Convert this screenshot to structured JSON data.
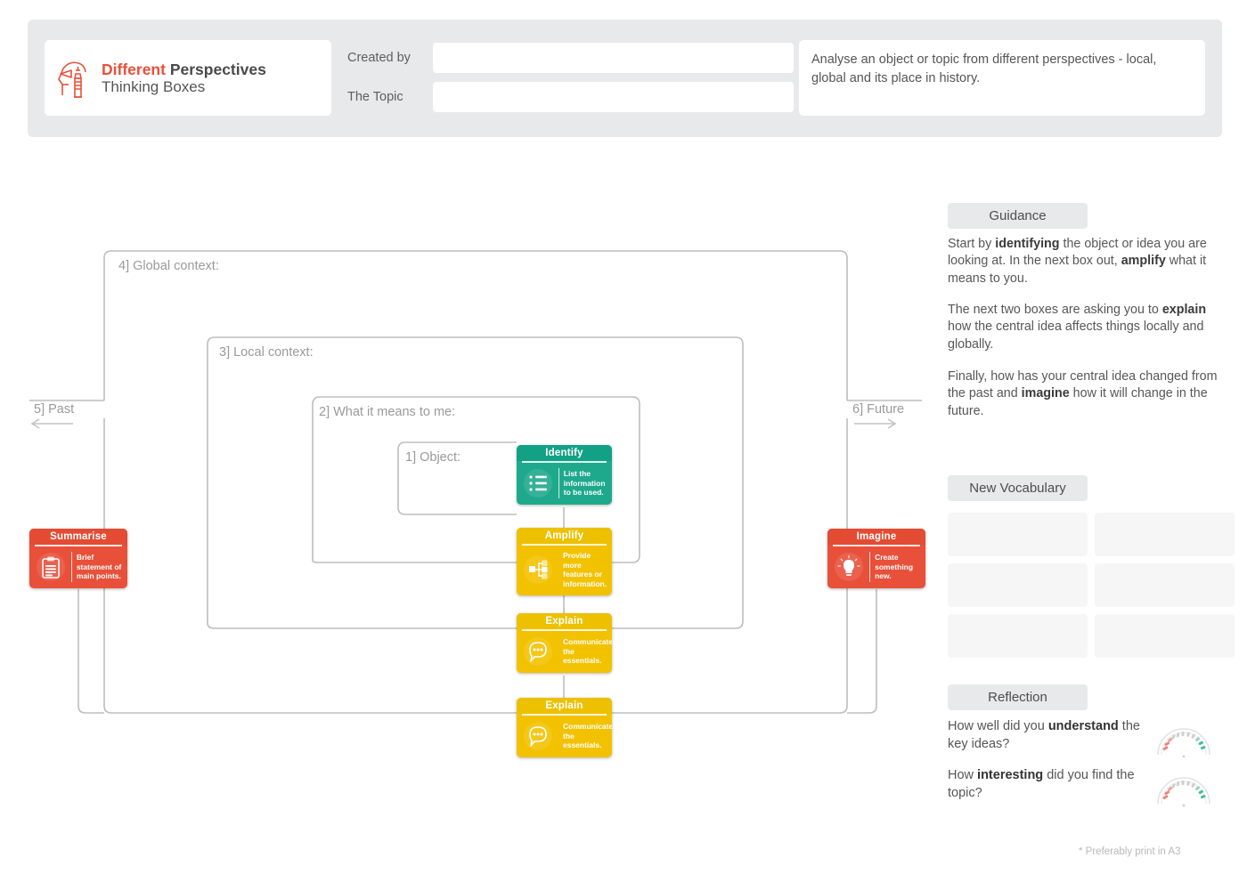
{
  "header": {
    "logo": {
      "icon": "head-lighthouse-icon",
      "line1_strong": "Different",
      "line1_rest": "Perspectives",
      "line2": "Thinking Boxes"
    },
    "fields": [
      {
        "label": "Created by",
        "value": "",
        "placeholder": ""
      },
      {
        "label": "The Topic",
        "value": "",
        "placeholder": ""
      }
    ],
    "description": "Analyse an object or topic from different perspectives - local, global and its place in history."
  },
  "canvas": {
    "nest_labels": {
      "global": "4] Global context:",
      "local": "3] Local context:",
      "means": "2] What it means to me:",
      "object": "1] Object:"
    },
    "timeline": {
      "past": "5] Past",
      "future": "6] Future"
    },
    "cards": [
      {
        "id": "identify",
        "title": "Identify",
        "desc": "List the information to be used.",
        "color": "#1fa98c",
        "icon": "bullet-list-icon"
      },
      {
        "id": "amplify",
        "title": "Amplify",
        "desc": "Provide more features or information.",
        "color": "#f2c200",
        "icon": "node-branch-icon"
      },
      {
        "id": "explain1",
        "title": "Explain",
        "desc": "Communicate the essentials.",
        "color": "#f2c200",
        "icon": "speech-bubble-icon"
      },
      {
        "id": "explain2",
        "title": "Explain",
        "desc": "Communicate the essentials.",
        "color": "#f2c200",
        "icon": "speech-bubble-icon"
      },
      {
        "id": "summarise",
        "title": "Summarise",
        "desc": "Brief statement of main points.",
        "color": "#e8503a",
        "icon": "clipboard-icon"
      },
      {
        "id": "imagine",
        "title": "Imagine",
        "desc": "Create something new.",
        "color": "#e8503a",
        "icon": "lightbulb-icon"
      }
    ]
  },
  "sidebar": {
    "guidance": {
      "title": "Guidance",
      "p1_a": "Start by ",
      "p1_b": "identifying",
      "p1_c": " the object or idea you are looking at. In the next box out, ",
      "p1_d": "amplify",
      "p1_e": " what it means to you.",
      "p2_a": "The next two boxes are asking you to ",
      "p2_b": "explain",
      "p2_c": " how the central idea affects things locally and globally.",
      "p3_a": "Finally, how has your central idea changed from the past and ",
      "p3_b": "imagine",
      "p3_c": " how it will change in the future."
    },
    "vocabulary": {
      "title": "New Vocabulary",
      "cells": [
        "",
        "",
        "",
        "",
        "",
        ""
      ]
    },
    "reflection": {
      "title": "Reflection",
      "items": [
        {
          "q_a": "How well did you ",
          "q_b": "understand",
          "q_c": " the key ideas?",
          "gauge": "dial-gauge-icon"
        },
        {
          "q_a": "How ",
          "q_b": "interesting",
          "q_c": " did you find the topic?",
          "gauge": "dial-gauge-icon"
        }
      ]
    }
  },
  "footnote": "* Preferably print in A3",
  "colors": {
    "brand_red": "#e8503a",
    "teal": "#1fa98c",
    "gold": "#f2c200",
    "band_gray": "#e8e9ea",
    "line_gray": "#bdbdbd"
  }
}
